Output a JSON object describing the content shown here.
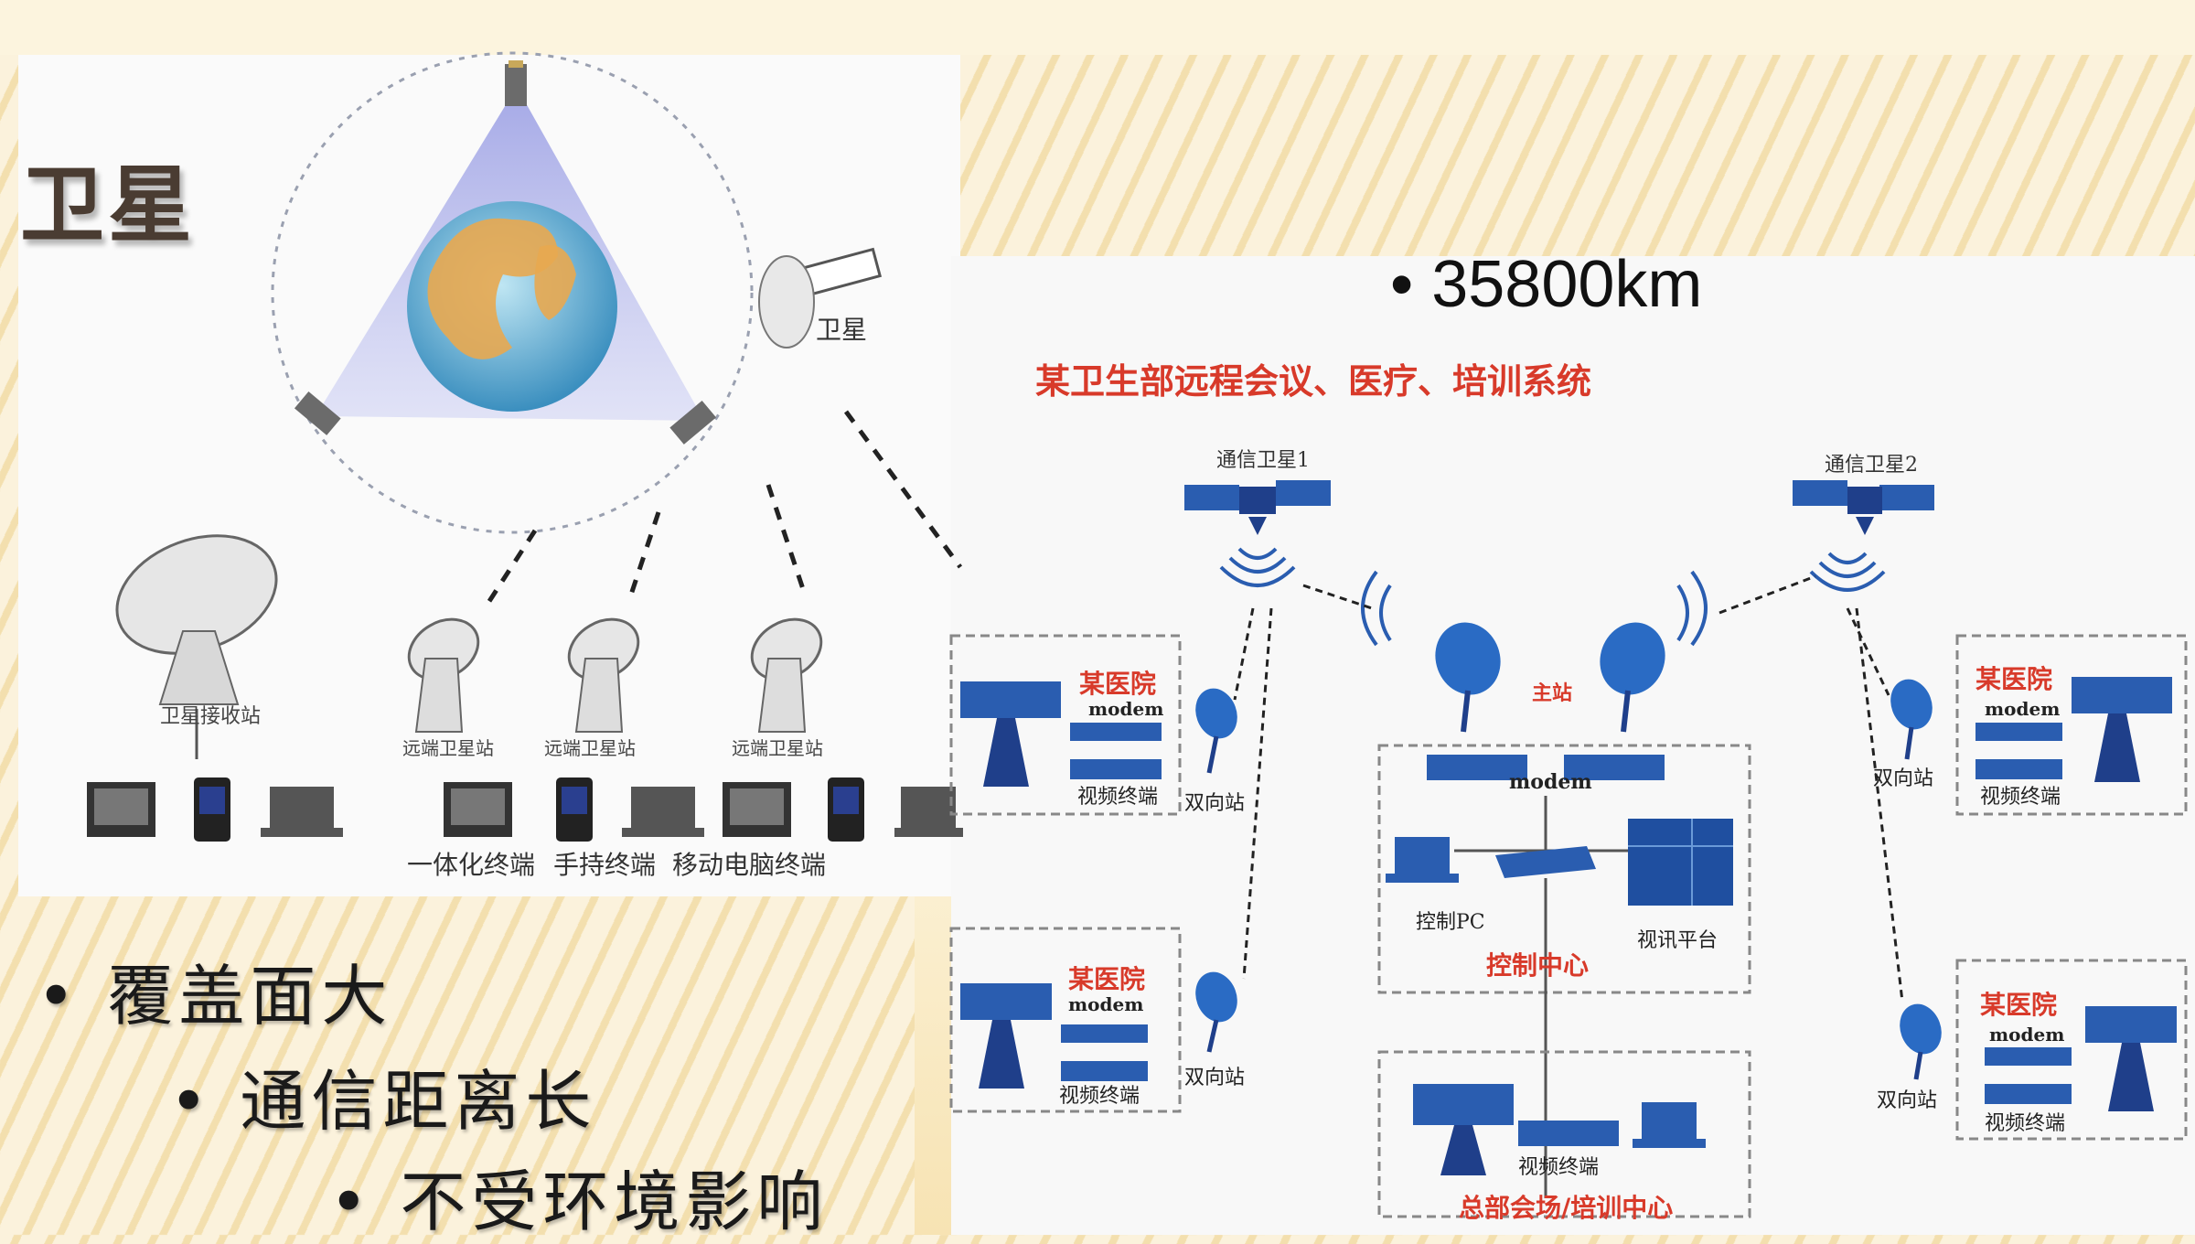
{
  "slide": {
    "title": "卫星",
    "top_bullet": "35800km",
    "bullets": [
      "覆盖面大",
      "通信距离长",
      "不受环境影响"
    ]
  },
  "left_figure": {
    "satellite_label": "卫星",
    "receive_station": "卫星接收站",
    "remote_stations": [
      "远端卫星站",
      "远端卫星站",
      "远端卫星站"
    ],
    "terminals": [
      "一体化终端",
      "手持终端",
      "移动电脑终端"
    ]
  },
  "right_figure": {
    "title": "某卫生部远程会议、医疗、培训系统",
    "sat1": "通信卫星1",
    "sat2": "通信卫星2",
    "main_station": "主站",
    "hospital": "某医院",
    "modem": "modem",
    "video_terminal": "视频终端",
    "two_way_station": "双向站",
    "control_pc": "控制PC",
    "video_platform": "视讯平台",
    "control_center": "控制中心",
    "hq_training": "总部会场/培训中心"
  },
  "colors": {
    "accent_red": "#d83a2a",
    "equipment_blue": "#2a5db0",
    "title_brown": "#4a3c32"
  }
}
